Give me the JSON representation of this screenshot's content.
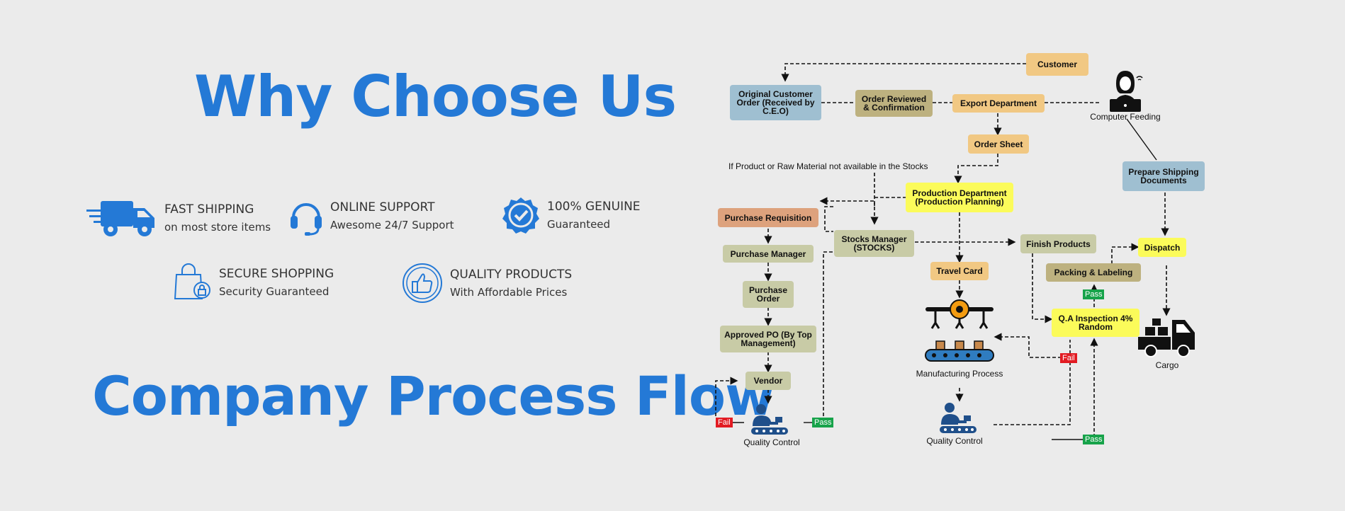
{
  "headings": {
    "why": "Why Choose Us",
    "process": "Company Process Flow"
  },
  "features": [
    {
      "title": "FAST SHIPPING",
      "subtitle": "on most store items",
      "icon": "truck-icon"
    },
    {
      "title": "ONLINE SUPPORT",
      "subtitle": "Awesome 24/7 Support",
      "icon": "headset-icon"
    },
    {
      "title": "100% GENUINE",
      "subtitle": "Guaranteed",
      "icon": "verified-badge-icon"
    },
    {
      "title": "SECURE SHOPPING",
      "subtitle": "Security Guaranteed",
      "icon": "shopping-bag-lock-icon"
    },
    {
      "title": "QUALITY PRODUCTS",
      "subtitle": "With Affordable Prices",
      "icon": "thumbs-up-icon"
    }
  ],
  "flow": {
    "customer": "Customer",
    "original_order": "Original Customer Order (Received by C.E.O)",
    "order_reviewed": "Order Reviewed & Confirmation",
    "export_department": "Export Department",
    "computer_feeding": "Computer Feeding",
    "order_sheet": "Order Sheet",
    "not_available_note": "If Product or Raw Material not available in the Stocks",
    "production_department": "Production Department (Production Planning)",
    "prepare_shipping": "Prepare Shipping Documents",
    "purchase_requisition": "Purchase Requisition",
    "stocks_manager": "Stocks Manager (STOCKS)",
    "finish_products": "Finish Products",
    "dispatch": "Dispatch",
    "purchase_manager": "Purchase Manager",
    "travel_card": "Travel Card",
    "packing_labeling": "Packing & Labeling",
    "purchase_order": "Purchase Order",
    "qa_inspection": "Q.A Inspection 4% Random",
    "approved_po": "Approved PO (By Top Management)",
    "manufacturing_process": "Manufacturing Process",
    "cargo": "Cargo",
    "vendor": "Vendor",
    "quality_control_1": "Quality Control",
    "quality_control_2": "Quality Control",
    "pass": "Pass",
    "fail": "Fail"
  },
  "colors": {
    "heading": "#2479d6",
    "icon": "#2479d6",
    "orange_box": "#f1c883",
    "blue_box": "#9fbfd1",
    "olive_box": "#bdb17f",
    "grey_box": "#c8cba6",
    "yellow_box": "#fbfb5a",
    "salmon_box": "#dda27d",
    "pass": "#17a34a",
    "fail": "#e21b22"
  }
}
